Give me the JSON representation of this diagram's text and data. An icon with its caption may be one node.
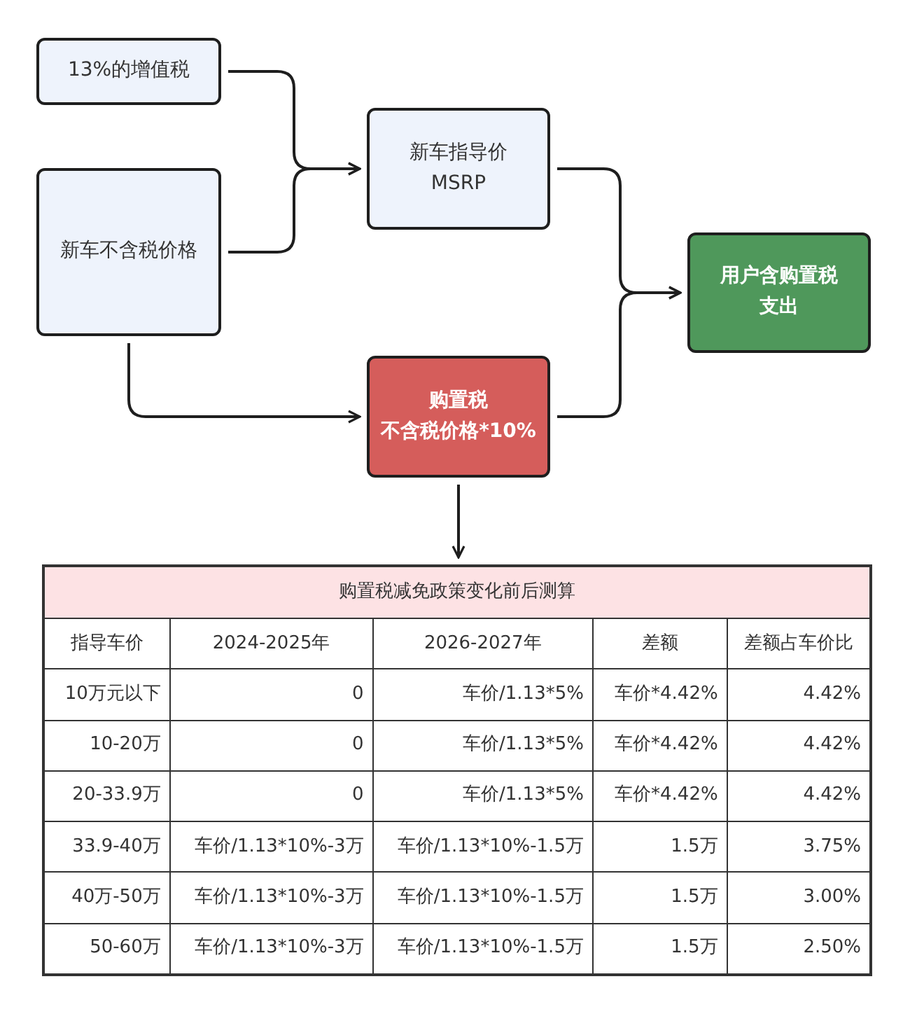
{
  "diagram": {
    "nodes": [
      {
        "text": [
          "13%的增值税"
        ]
      },
      {
        "text": [
          "新车不含税价格"
        ]
      },
      {
        "text": [
          "新车指导价",
          "MSRP"
        ]
      },
      {
        "text": [
          "购置税",
          "不含税价格*10%"
        ]
      },
      {
        "text": [
          "用户含购置税支出"
        ]
      },
      {
        "text": [
          "购置税减免政策变化前后测算"
        ]
      }
    ],
    "edges": [
      {
        "from": 0,
        "to": 2,
        "arrow": "to"
      },
      {
        "from": 1,
        "to": 2,
        "arrow": "to"
      },
      {
        "from": 1,
        "to": 3,
        "arrow": "to"
      },
      {
        "from": 2,
        "to": 4,
        "arrow": "to"
      },
      {
        "from": 3,
        "to": 4,
        "arrow": "to"
      },
      {
        "from": 3,
        "to": 5,
        "arrow": "to"
      }
    ],
    "labels": [
      "指导车价",
      "2024-2025年",
      "2026-2027年",
      "差额",
      "差额占车价比",
      "10万元以下",
      "0",
      "车价/1.13*5%",
      "车价*4.42%",
      "4.42%",
      "10-20万",
      "0",
      "车价/1.13*5%",
      "车价*4.42%",
      "4.42%",
      "20-33.9万",
      "0",
      "车价/1.13*5%",
      "车价*4.42%",
      "4.42%",
      "33.9-40万",
      "车价/1.13*10%-3万",
      "车价/1.13*10%-1.5万",
      "1.5万",
      "3.75%",
      "40万-50万",
      "车价/1.13*10%-3万",
      "车价/1.13*10%-1.5万",
      "1.5万",
      "3.00%",
      "50-60万",
      "车价/1.13*10%-3万",
      "车价/1.13*10%-1.5万",
      "1.5万",
      "2.50%"
    ]
  }
}
